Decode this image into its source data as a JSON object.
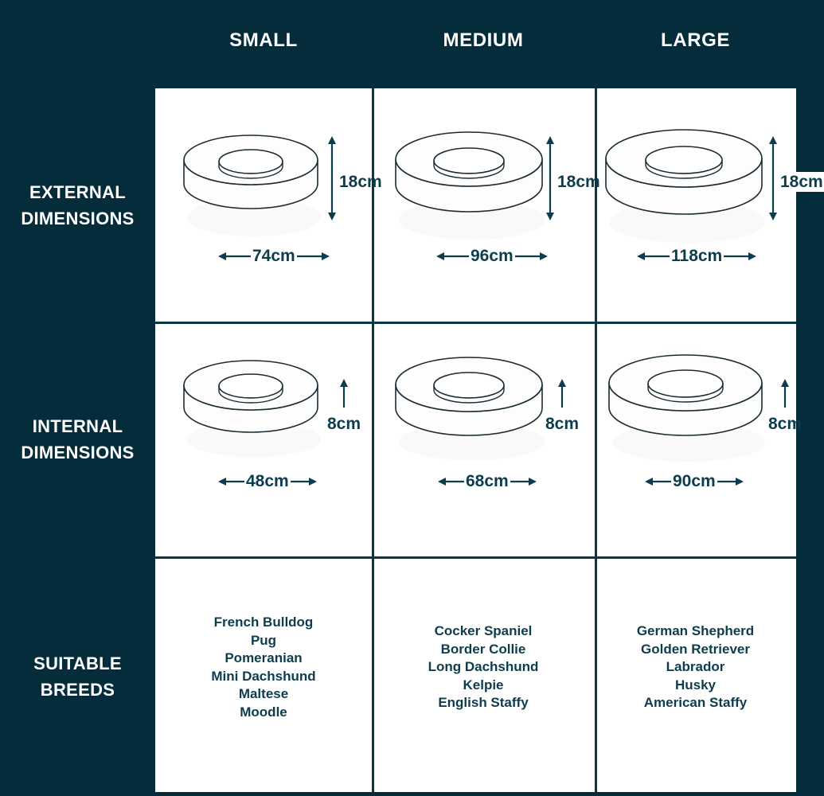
{
  "theme": {
    "background": "#042c3a",
    "panel": "#ffffff",
    "grid_line": "#083744",
    "header_text": "#ffffff",
    "label_text": "#0d3d4d",
    "illustration_stroke": "#1b2b33"
  },
  "columns": [
    {
      "key": "small",
      "label": "SMALL"
    },
    {
      "key": "medium",
      "label": "MEDIUM"
    },
    {
      "key": "large",
      "label": "LARGE"
    }
  ],
  "rows": [
    {
      "key": "external",
      "line1": "EXTERNAL",
      "line2": "DIMENSIONS"
    },
    {
      "key": "internal",
      "line1": "INTERNAL",
      "line2": "DIMENSIONS"
    },
    {
      "key": "breeds",
      "line1": "SUITABLE",
      "line2": "BREEDS"
    }
  ],
  "external": {
    "small": {
      "height": "18cm",
      "width": "74cm"
    },
    "medium": {
      "height": "18cm",
      "width": "96cm"
    },
    "large": {
      "height": "18cm",
      "width": "118cm"
    }
  },
  "internal": {
    "small": {
      "height": "8cm",
      "width": "48cm"
    },
    "medium": {
      "height": "8cm",
      "width": "68cm"
    },
    "large": {
      "height": "8cm",
      "width": "90cm"
    }
  },
  "breeds": {
    "small": [
      "French Bulldog",
      "Pug",
      "Pomeranian",
      "Mini Dachshund",
      "Maltese",
      "Moodle"
    ],
    "medium": [
      "Cocker Spaniel",
      "Border Collie",
      "Long Dachshund",
      "Kelpie",
      "English Staffy"
    ],
    "large": [
      "German Shepherd",
      "Golden Retriever",
      "Labrador",
      "Husky",
      "American Staffy"
    ]
  }
}
